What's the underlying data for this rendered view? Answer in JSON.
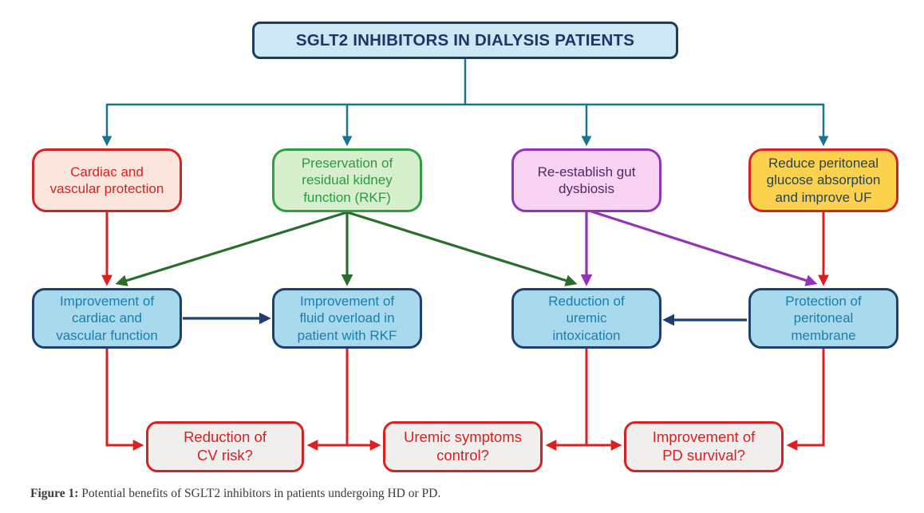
{
  "title_box": {
    "label": "SGLT2 INHIBITORS IN DIALYSIS PATIENTS"
  },
  "benefit_row": [
    {
      "name": "cardiac-and-vascular-protection",
      "label": "Cardiac and\nvascular protection"
    },
    {
      "name": "preservation-of-rkf",
      "label": "Preservation of\nresidual kidney\nfunction (RKF)"
    },
    {
      "name": "re-establish-gut-dysbiosis",
      "label": "Re-establish gut\ndysbiosis"
    },
    {
      "name": "reduce-peritoneal-glucose",
      "label": "Reduce peritoneal\nglucose absorption\nand improve UF"
    }
  ],
  "outcome_row": [
    {
      "name": "improvement-cardiac-vascular-function",
      "label": "Improvement of\ncardiac and\nvascular function"
    },
    {
      "name": "improvement-fluid-overload",
      "label": "Improvement of\nfluid overload in\npatient with RKF"
    },
    {
      "name": "reduction-uremic-intoxication",
      "label": "Reduction of\nuremic\nintoxication"
    },
    {
      "name": "protection-peritoneal-membrane",
      "label": "Protection of\nperitoneal\nmembrane"
    }
  ],
  "question_row": [
    {
      "name": "reduction-cv-risk",
      "label": "Reduction of\nCV risk?"
    },
    {
      "name": "uremic-symptoms-control",
      "label": "Uremic symptoms\ncontrol?"
    },
    {
      "name": "improvement-pd-survival",
      "label": "Improvement of\nPD survival?"
    }
  ],
  "caption": {
    "prefix": "Figure 1:",
    "text": "Potential benefits of SGLT2 inhibitors in patients undergoing HD or PD."
  },
  "colors": {
    "connector-teal": "#1a7391",
    "arrow-red": "#df1f1f",
    "arrow-green": "#2a6e2b",
    "arrow-purple": "#9134b8",
    "arrow-navy": "#1f3f70",
    "title-fill": "#cde7f4",
    "title-border": "#1c3c59",
    "title-text": "#1c3766",
    "salmon-fill": "#fbe5dc",
    "red-border": "#d92121",
    "red-text": "#d92121",
    "green-fill": "#d7efcd",
    "green-border": "#2f9e41",
    "green-text": "#2c9a3e",
    "purple-fill": "#f8d3f4",
    "purple-border": "#9134b8",
    "purple-text": "#4e2a63",
    "yellow-fill": "#fbd14e",
    "yellow-text": "#29444d",
    "blue-fill": "#a9d9ec",
    "blue-border": "#1f3f70",
    "blue-text": "#187fae",
    "gray-fill": "#f0efed",
    "caption-text": "#3b3b3b"
  }
}
